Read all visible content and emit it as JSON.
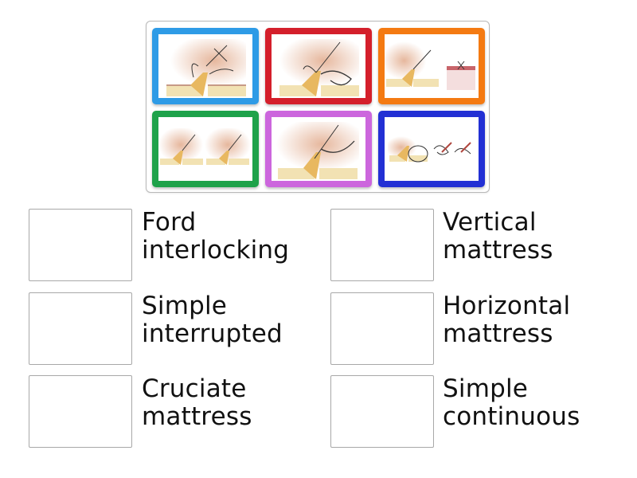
{
  "activity": {
    "type": "match-up",
    "image_tray": {
      "cards": [
        {
          "id": "card-1",
          "border_color": "#2e9be6",
          "icon": "suture-diagram-cross-stitches"
        },
        {
          "id": "card-2",
          "border_color": "#d41f2b",
          "icon": "suture-diagram-locked-loops"
        },
        {
          "id": "card-3",
          "border_color": "#f47a12",
          "icon": "suture-diagram-horizontal-mattress"
        },
        {
          "id": "card-4",
          "border_color": "#1ea24a",
          "icon": "suture-diagram-two-panel"
        },
        {
          "id": "card-5",
          "border_color": "#cc66dd",
          "icon": "suture-diagram-continuous"
        },
        {
          "id": "card-6",
          "border_color": "#2230d4",
          "icon": "suture-diagram-interrupted"
        }
      ]
    },
    "targets": [
      {
        "label_line1": "Ford",
        "label_line2": "interlocking"
      },
      {
        "label_line1": "Vertical",
        "label_line2": "mattress"
      },
      {
        "label_line1": "Simple",
        "label_line2": "interrupted"
      },
      {
        "label_line1": "Horizontal",
        "label_line2": "mattress"
      },
      {
        "label_line1": "Cruciate",
        "label_line2": "mattress"
      },
      {
        "label_line1": "Simple",
        "label_line2": "continuous"
      }
    ]
  }
}
